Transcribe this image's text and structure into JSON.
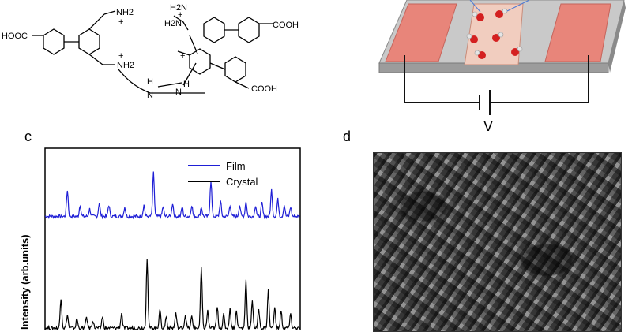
{
  "panels": {
    "c": "c",
    "d": "d",
    "voltage": "V"
  },
  "chemical": {
    "hooc_left": "HOOC",
    "nh2_top": "NH2",
    "plus_top": "+",
    "h2n_top": "H2N",
    "h2n_mid": "H2N",
    "plus_mid": "+",
    "cooh_top": "COOH",
    "nh2_left": "NH2",
    "plus_left": "+",
    "plus_right": "+",
    "hn_bottom_left": "H",
    "n_bottom": "N",
    "n_bottom_right": "N",
    "h_bottom_right": "H",
    "cooh_bottom": "COOH"
  },
  "chart_data": {
    "type": "line",
    "title": "",
    "xlabel": "",
    "ylabel": "Intensity (arb.units)",
    "ylim": [
      0,
      10
    ],
    "xlim": [
      0,
      40
    ],
    "legend_placement": "top-right",
    "series": [
      {
        "name": "Film",
        "color": "#1f1fd6",
        "baseline": 6.4,
        "peaks": [
          [
            3.5,
            1.4
          ],
          [
            5.5,
            0.6
          ],
          [
            7.0,
            0.4
          ],
          [
            8.5,
            0.7
          ],
          [
            10.0,
            0.6
          ],
          [
            12.5,
            0.5
          ],
          [
            15.5,
            0.6
          ],
          [
            17.0,
            2.3
          ],
          [
            18.5,
            0.5
          ],
          [
            20.0,
            0.7
          ],
          [
            21.5,
            0.5
          ],
          [
            23.0,
            0.6
          ],
          [
            24.5,
            0.5
          ],
          [
            26.0,
            1.9
          ],
          [
            27.5,
            0.8
          ],
          [
            29.0,
            0.6
          ],
          [
            30.5,
            0.6
          ],
          [
            31.5,
            0.8
          ],
          [
            33.0,
            0.6
          ],
          [
            34.0,
            0.7
          ],
          [
            35.5,
            1.4
          ],
          [
            36.5,
            0.9
          ],
          [
            37.5,
            0.6
          ],
          [
            38.5,
            0.5
          ]
        ]
      },
      {
        "name": "Crystal",
        "color": "#000000",
        "baseline": 0.5,
        "peaks": [
          [
            2.5,
            1.6
          ],
          [
            3.5,
            0.7
          ],
          [
            5.0,
            0.5
          ],
          [
            6.5,
            0.6
          ],
          [
            7.5,
            0.4
          ],
          [
            9.0,
            0.6
          ],
          [
            12.0,
            0.8
          ],
          [
            16.0,
            3.7
          ],
          [
            18.0,
            1.0
          ],
          [
            19.0,
            0.6
          ],
          [
            20.5,
            0.8
          ],
          [
            22.0,
            0.7
          ],
          [
            23.0,
            0.6
          ],
          [
            24.5,
            3.2
          ],
          [
            25.5,
            0.9
          ],
          [
            27.0,
            1.1
          ],
          [
            28.0,
            0.7
          ],
          [
            29.0,
            1.0
          ],
          [
            30.0,
            0.9
          ],
          [
            31.5,
            2.6
          ],
          [
            32.5,
            1.4
          ],
          [
            33.5,
            1.0
          ],
          [
            35.0,
            2.0
          ],
          [
            36.0,
            1.1
          ],
          [
            37.0,
            0.9
          ],
          [
            38.5,
            0.7
          ]
        ]
      }
    ]
  }
}
